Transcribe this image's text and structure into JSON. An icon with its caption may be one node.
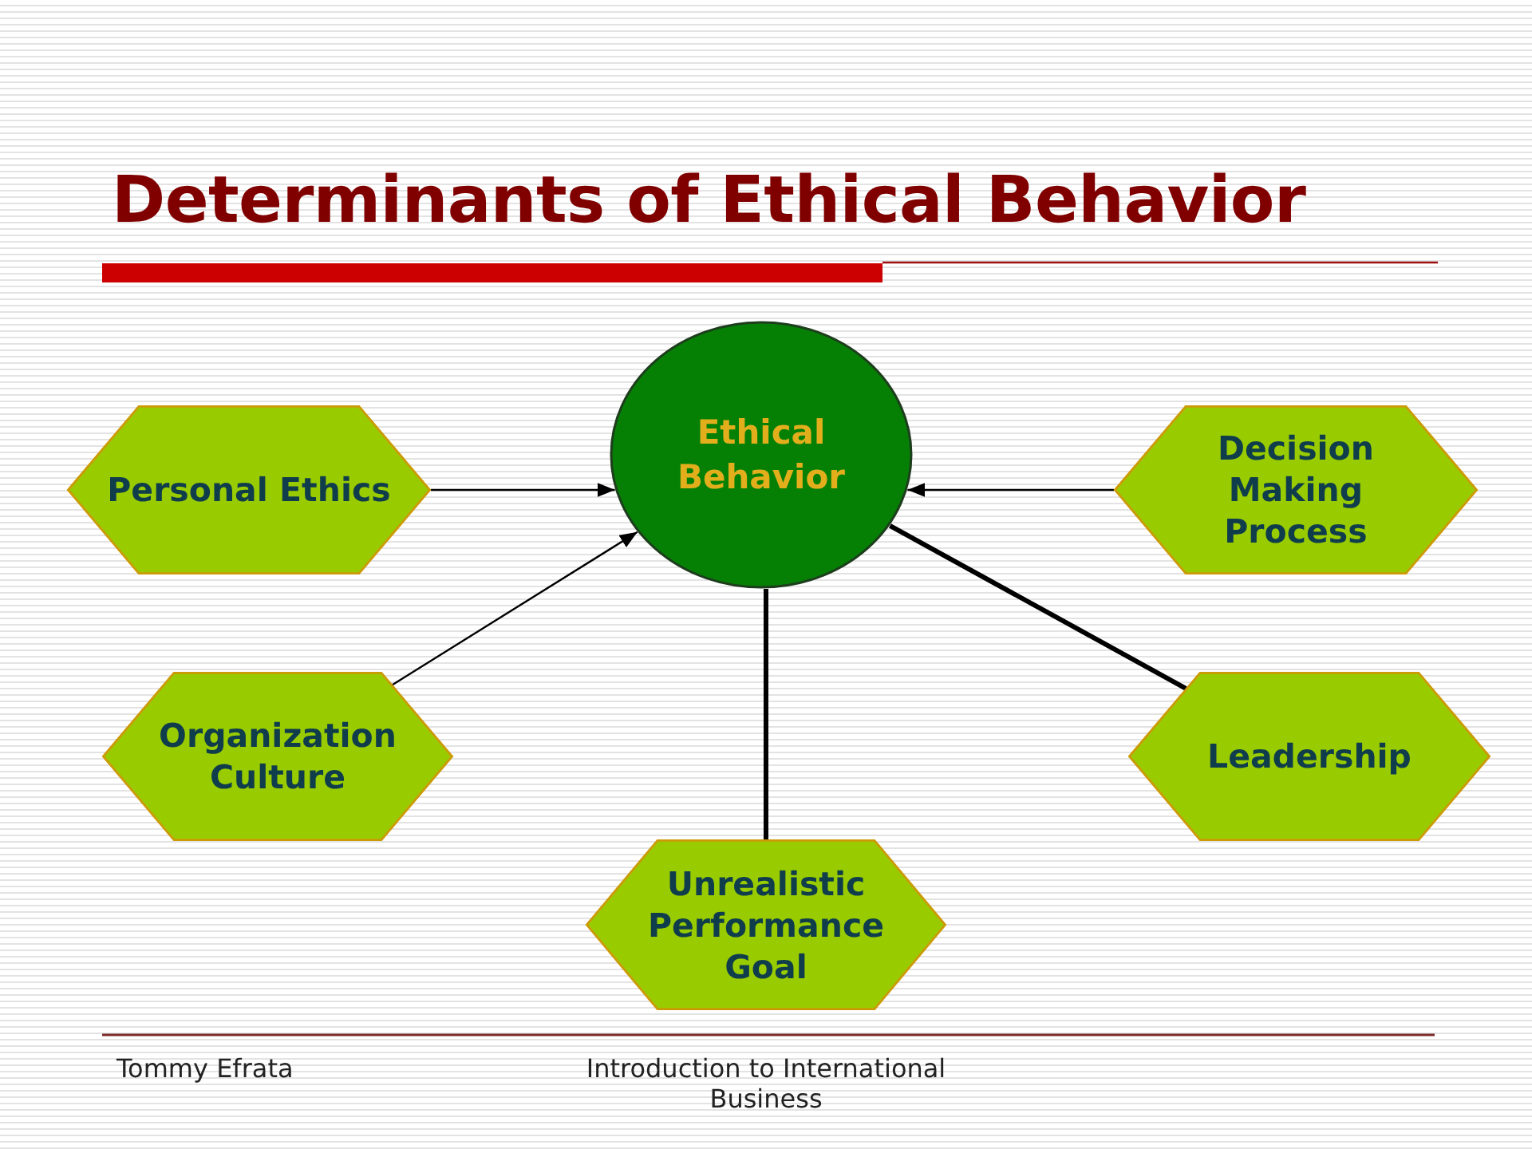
{
  "diagram": {
    "title": "Determinants of Ethical Behavior",
    "nodes": [
      {
        "text": [
          "Ethical Behavior"
        ]
      },
      {
        "text": [
          "Personal Ethics"
        ]
      },
      {
        "text": [
          "Decision Making Process"
        ]
      },
      {
        "text": [
          "Organization Culture"
        ]
      },
      {
        "text": [
          "Leadership"
        ]
      },
      {
        "text": [
          "Unrealistic Performance Goal"
        ]
      }
    ],
    "edges": [
      {
        "from": 1,
        "to": 0,
        "arrow": "to"
      },
      {
        "from": 2,
        "to": 0,
        "arrow": "to"
      },
      {
        "from": 3,
        "to": 0,
        "arrow": "to"
      },
      {
        "from": 4,
        "to": 0,
        "arrow": "none",
        "style": "thick"
      },
      {
        "from": 5,
        "to": 0,
        "arrow": "none",
        "style": "thick"
      }
    ],
    "labels": [
      "Tommy Efrata",
      "Introduction to International Business"
    ]
  }
}
